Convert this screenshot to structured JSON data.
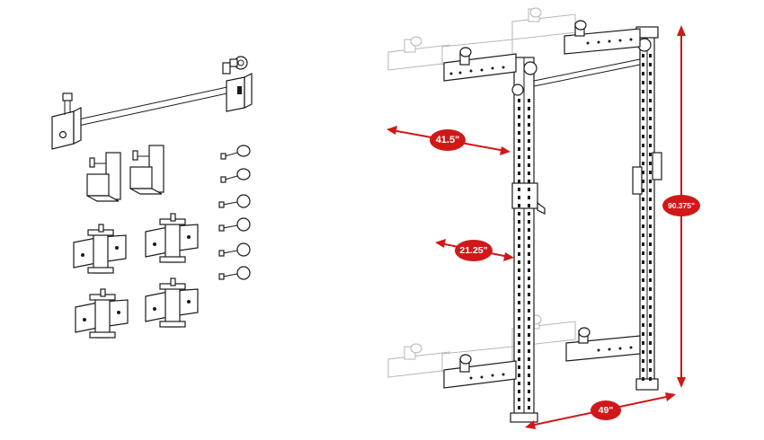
{
  "dimensions": {
    "depth_extended": "41.5\"",
    "depth_folded": "21.25\"",
    "width": "49\"",
    "height": "90.375\""
  },
  "colors": {
    "dimension_red": "#d01818",
    "line_art": "#1a1a1a",
    "ghost_line": "#b5b5b5",
    "background": "#ffffff"
  },
  "parts": {
    "pullup_bar": "pull-up-bar",
    "j_hooks": "j-hooks",
    "pins": "pull-pins",
    "brackets": "wall-mount-brackets"
  }
}
